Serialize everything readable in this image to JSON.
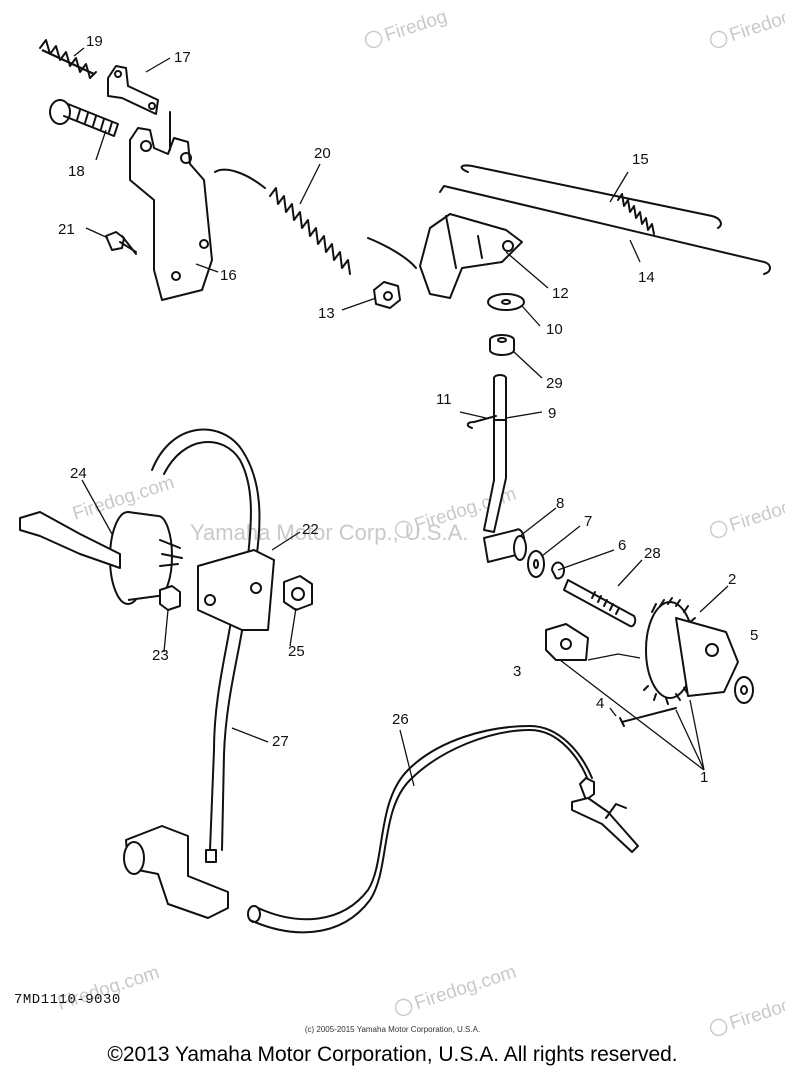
{
  "watermarks": {
    "brand": "Firedog",
    "brand_com": "Firedog.com",
    "center": "Yamaha Motor Corp., U.S.A."
  },
  "callouts": [
    "1",
    "2",
    "3",
    "4",
    "5",
    "6",
    "7",
    "8",
    "9",
    "10",
    "11",
    "12",
    "13",
    "14",
    "15",
    "16",
    "17",
    "18",
    "19",
    "20",
    "21",
    "22",
    "23",
    "24",
    "25",
    "26",
    "27",
    "28",
    "29"
  ],
  "diagram_code": "7MD1110-9030",
  "copyright_small": "(c) 2005-2015 Yamaha Motor Corporation, U.S.A.",
  "copyright_main": "©2013 Yamaha Motor Corporation, U.S.A. All rights reserved."
}
